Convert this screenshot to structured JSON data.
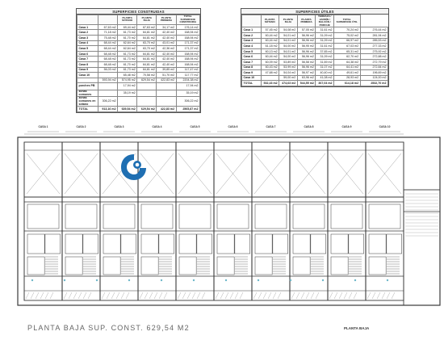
{
  "left_table": {
    "title": "SUPERFICIES CONSTRUIDAS",
    "headers": [
      "",
      "PLANTA SÓTANO",
      "PLANTA BAJA",
      "PLANTA PRIMERA",
      "TOTAL SUPERFICIE CONSTRUIDA"
    ],
    "rows": [
      [
        "Casa 1",
        "67,63 m2",
        "69,44 m2",
        "67,63 m2",
        "34,17 m2",
        "176,14 m2"
      ],
      [
        "Casa 2",
        "71,18 m2",
        "61,73 m2",
        "64,81 m2",
        "42,40 m2",
        "168,94 m2"
      ],
      [
        "Casa 3",
        "75,48 m2",
        "61,70 m2",
        "64,81 m2",
        "42,40 m2",
        "168,94 m2"
      ],
      [
        "Casa 4",
        "68,44 m2",
        "62,64 m2",
        "63,70 m2",
        "43,01 m2",
        "171,37 m2"
      ],
      [
        "Casa 5",
        "68,44 m2",
        "62,64 m2",
        "63,70 m2",
        "42,36 m2",
        "171,37 m2"
      ],
      [
        "Casa 6",
        "68,48 m2",
        "61,73 m2",
        "64,81 m2",
        "42,40 m2",
        "168,94 m2"
      ],
      [
        "Casa 7",
        "68,48 m2",
        "61,73 m2",
        "64,81 m2",
        "42,40 m2",
        "168,94 m2"
      ],
      [
        "Casa 8",
        "68,48 m2",
        "61,70 m2",
        "64,81 m2",
        "42,40 m2",
        "168,94 m2"
      ],
      [
        "Casa 9",
        "56,03 m2",
        "61,73 m2",
        "64,81 m2",
        "39,85 m2",
        "117,47 m2"
      ],
      [
        "Casa 10",
        "",
        "65,48 m2",
        "70,58 m2",
        "51,70 m2",
        "117,77 m2"
      ]
    ],
    "extra_rows": [
      {
        "label": "porches PB",
        "values": [
          "",
          "",
          "17,94 m2",
          "",
          "",
          "17,94 m2"
        ]
      },
      {
        "label": "zonas comunes",
        "values": [
          "",
          "",
          "35,19 m2",
          "",
          "",
          "35,19 m2"
        ]
      },
      {
        "label": "zonas comunes en sótano",
        "values": [
          "",
          "306,22 m2",
          "",
          "",
          "",
          "306,22 m2"
        ]
      },
      {
        "label": "TOTAL",
        "values": [
          "",
          "913,16 m2",
          "639,54 m2",
          "629,54 m2",
          "422,83 m2",
          "2565,87 m2"
        ]
      }
    ],
    "subtotal": {
      "values": [
        "593,94 m2",
        "574,95 m2",
        "629,54 m2",
        "422,83 m2",
        "2204,38 m2"
      ]
    }
  },
  "right_table": {
    "title": "SUPERFICIES ÚTILES",
    "headers": [
      "",
      "PLANTA SÓTANO",
      "PLANTA BAJA",
      "PLANTA PRIMERA",
      "TERRAZA / JARDÍN / BALCÓN / PORCHE",
      "TOTAL SUPERFICIE ÚTIL"
    ],
    "rows": [
      [
        "Casa 1",
        "57,45 m2",
        "54,08 m2",
        "57,05 m2",
        "31,61 m2",
        "70,24 m2",
        "276,44 m2"
      ],
      [
        "Casa 2",
        "60,44 m2",
        "54,01 m2",
        "56,96 m2",
        "31,09 m2",
        "75,02 m2",
        "281,94 m2"
      ],
      [
        "Casa 3",
        "60,44 m2",
        "54,01 m2",
        "56,96 m2",
        "31,09 m2",
        "66,97 m2",
        "285,53 m2"
      ],
      [
        "Casa 4",
        "61,18 m2",
        "54,00 m2",
        "56,95 m2",
        "31,61 m2",
        "67,03 m2",
        "277,33 m2"
      ],
      [
        "Casa 5",
        "60,13 m2",
        "54,01 m2",
        "56,96 m2",
        "37,65 m2",
        "65,31 m2",
        "275,92 m2"
      ],
      [
        "Casa 6",
        "60,44 m2",
        "54,00 m2",
        "56,96 m2",
        "31,09 m2",
        "62,70 m2",
        "272,88 m2"
      ],
      [
        "Casa 7",
        "60,09 m2",
        "53,89 m2",
        "56,58 m2",
        "31,69 m2",
        "64,38 m2",
        "272,79 m2"
      ],
      [
        "Casa 8",
        "60,43 m2",
        "53,99 m2",
        "56,96 m2",
        "31,07 m2",
        "64,41 m2",
        "272,84 m2"
      ],
      [
        "Casa 9",
        "47,68 m2",
        "54,04 m2",
        "56,97 m2",
        "40,40 m2",
        "49,61 m2",
        "196,69 m2"
      ],
      [
        "Casa 10",
        "",
        "59,00 m2",
        "63,96 m2",
        "41,08 m2",
        "28,93 m2",
        "124,00 m2"
      ]
    ],
    "total": [
      "TOTAL",
      "532,43 m2",
      "474,63 m2",
      "544,55 m2",
      "367,04 m2",
      "614,18 m2",
      "2532,70 m2"
    ]
  },
  "plan": {
    "caption": "PLANTA BAJA   SUP. CONST. 629,54 M2",
    "scale_label": "PLANTA BAJA",
    "house_tags": [
      "CASA 1",
      "CASA 2",
      "CASA 3",
      "CASA 4",
      "CASA 5",
      "CASA 6",
      "CASA 7",
      "CASA 8",
      "CASA 9",
      "CASA 10"
    ],
    "line_color": "#3a3a3a",
    "accent_color": "#1f6fb2"
  }
}
